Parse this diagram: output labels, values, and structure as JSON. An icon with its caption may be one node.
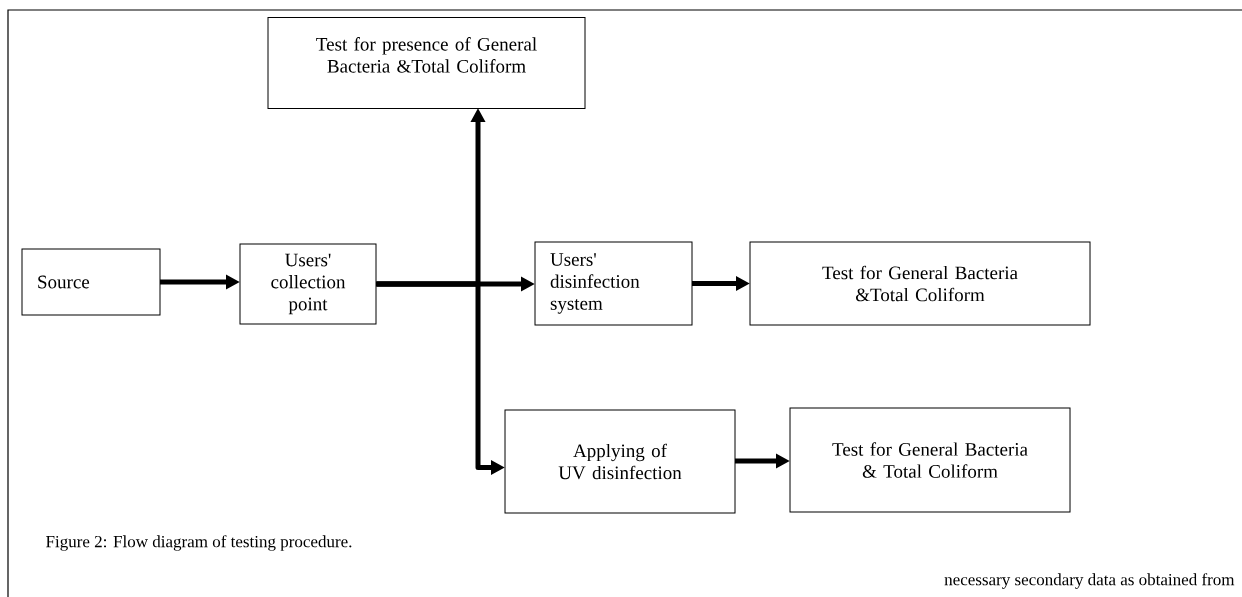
{
  "diagram": {
    "caption": "Figure 2: Flow diagram of testing procedure.",
    "nodes": [
      {
        "text": [
          "Source"
        ]
      },
      {
        "text": [
          "Users' collection point"
        ]
      },
      {
        "text": [
          "Test for presence of General Bacteria &Total Coliform"
        ]
      },
      {
        "text": [
          "Users' disinfection system"
        ]
      },
      {
        "text": [
          "Test for General Bacteria &Total Coliform"
        ]
      },
      {
        "text": [
          "Applying of UV disinfection"
        ]
      },
      {
        "text": [
          "Test for General Bacteria & Total Coliform"
        ]
      }
    ],
    "edges": [
      {
        "from": 0,
        "to": 1,
        "arrow": "to"
      },
      {
        "from": 1,
        "to": 3,
        "arrow": "to"
      },
      {
        "from": 1,
        "to": 2,
        "arrow": "to"
      },
      {
        "from": 1,
        "to": 5,
        "arrow": "to"
      },
      {
        "from": 3,
        "to": 4,
        "arrow": "to"
      },
      {
        "from": 5,
        "to": 6,
        "arrow": "to"
      }
    ],
    "labels": [
      "necessary secondary data as obtained from"
    ]
  }
}
